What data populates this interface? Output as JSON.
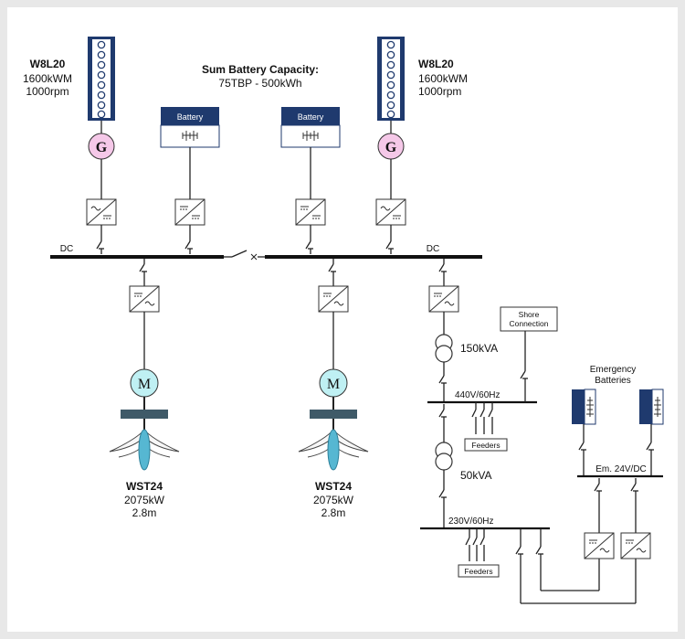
{
  "engines": [
    {
      "model": "W8L20",
      "power": "1600kWM",
      "speed": "1000rpm"
    },
    {
      "model": "W8L20",
      "power": "1600kWM",
      "speed": "1000rpm"
    }
  ],
  "generator_symbol": "G",
  "motor_symbol": "M",
  "battery_summary": {
    "title": "Sum Battery Capacity:",
    "value": "75TBP - 500kWh"
  },
  "battery_label": "Battery",
  "dc_bus_label": "DC",
  "thrusters": [
    {
      "model": "WST24",
      "power": "2075kW",
      "diameter": "2.8m"
    },
    {
      "model": "WST24",
      "power": "2075kW",
      "diameter": "2.8m"
    }
  ],
  "transformers": [
    {
      "rating": "150kVA"
    },
    {
      "rating": "50kVA"
    }
  ],
  "switchboards": {
    "bus_440": "440V/60Hz",
    "bus_230": "230V/60Hz",
    "bus_24": "Em. 24V/DC"
  },
  "shore_connection": "Shore Connection",
  "feeders_label": "Feeders",
  "emergency_batteries": "Emergency Batteries",
  "colors": {
    "engine_blue": "#1f3a6e",
    "generator_fill": "#f5c8e8",
    "motor_fill": "#bff0f3",
    "propeller_fill": "#56b7d2",
    "hub_fill": "#3f5a68",
    "background": "#e8e8e8"
  }
}
